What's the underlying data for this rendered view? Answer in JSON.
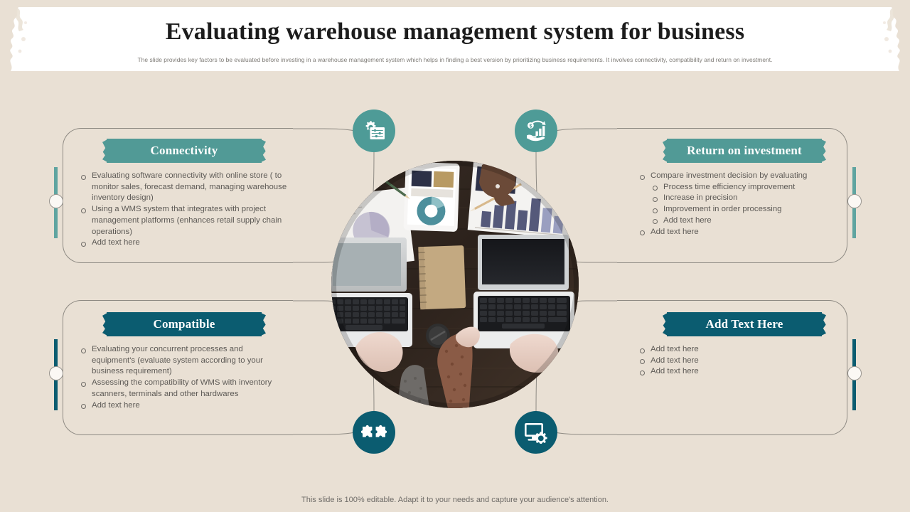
{
  "header": {
    "title": "Evaluating warehouse management system for business",
    "subtitle": "The slide provides key factors to be evaluated before investing in  a  warehouse management system which helps in finding a best version by prioritizing business requirements. It  involves connectivity, compatibility and return on investment."
  },
  "colors": {
    "background": "#e9e0d4",
    "banner_teal": "#519a96",
    "banner_dark": "#0b5c70",
    "icon_teal": "#4e9b97",
    "icon_dark": "#0b5c70",
    "body_text": "#5d5a56",
    "outline": "#8e8a83"
  },
  "quadrants": [
    {
      "id": "connectivity",
      "title": "Connectivity",
      "icon": "settings-sliders-icon",
      "bullets": [
        "Evaluating  software  connectivity  with  online store ( to monitor  sales, forecast  demand, managing  warehouse  inventory  design)",
        "Using a WMS system that integrates  with project  management  platforms  (enhances retail supply chain  operations)",
        "Add text here"
      ]
    },
    {
      "id": "return-on-investment",
      "title": "Return on investment",
      "icon": "money-growth-hand-icon",
      "bullets": [
        "Compare  investment  decision by evaluating"
      ],
      "sub_bullets": [
        "Process time efficiency  improvement",
        "Increase  in precision",
        "Improvement  in order  processing",
        "Add text here"
      ],
      "trailing_bullets": [
        "Add text here"
      ]
    },
    {
      "id": "compatible",
      "title": "Compatible",
      "icon": "puzzle-pieces-icon",
      "bullets": [
        "Evaluating  your concurrent  processes and equipment's  (evaluate  system according to your business requirement)",
        "Assessing the compatibility of WMS with inventory  scanners, terminals and other hardwares",
        "Add text here"
      ]
    },
    {
      "id": "add-text-here",
      "title": "Add Text Here",
      "icon": "monitor-settings-icon",
      "bullets": [
        "Add text here",
        "Add text here",
        "Add text here"
      ]
    }
  ],
  "center_image": {
    "alt": "overhead-desk-photo",
    "description": "Top-down photo of a wooden desk with two laptops, a tablet showing a donut chart, printed bar and pie charts, a spiral notebook, a coffee cup and people's hands typing."
  },
  "footer": {
    "note": "This slide is 100% editable. Adapt it to your needs and capture your audience's attention."
  }
}
